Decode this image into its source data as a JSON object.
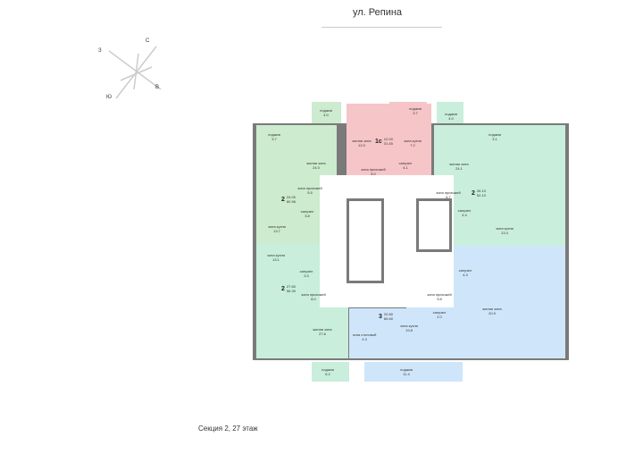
{
  "street": "ул. Репина",
  "caption": "Секция 2, 27 этаж",
  "compass": {
    "n": "С",
    "s": "Ю",
    "e": "В",
    "w": "З"
  },
  "colors": {
    "green": "#cdebcf",
    "pink": "#f6c5c8",
    "teal": "#c9eedc",
    "blue": "#cfe6fa",
    "wall": "#7a7a7a"
  },
  "apartments": [
    {
      "rooms": "2",
      "living": "24.00",
      "total": "60.96",
      "rooms_list": [
        {
          "name": "лоджия",
          "area": "4.0"
        },
        {
          "name": "лоджия",
          "area": "3.7"
        },
        {
          "name": "жилая зона",
          "area": "24.0"
        },
        {
          "name": "зона прихожей",
          "area": "5.5"
        },
        {
          "name": "санузел",
          "area": "3.8"
        },
        {
          "name": "зона кухни",
          "area": "13.7"
        }
      ]
    },
    {
      "rooms": "1с",
      "living": "12.00",
      "total": "31.45",
      "rooms_list": [
        {
          "name": "лоджия",
          "area": "3.7"
        },
        {
          "name": "жилая зона",
          "area": "12.0"
        },
        {
          "name": "зона кухни",
          "area": "7.2"
        },
        {
          "name": "зона прихожей",
          "area": "5.0"
        },
        {
          "name": "санузел",
          "area": "4.1"
        }
      ]
    },
    {
      "rooms": "2",
      "living": "26.10",
      "total": "52.10",
      "rooms_list": [
        {
          "name": "лоджия",
          "area": "4.0"
        },
        {
          "name": "лоджия",
          "area": "3.1"
        },
        {
          "name": "жилая зона",
          "area": "24.1"
        },
        {
          "name": "зона прихожей",
          "area": "6.7"
        },
        {
          "name": "санузел",
          "area": "4.4"
        },
        {
          "name": "зона кухни",
          "area": "13.4"
        }
      ]
    },
    {
      "rooms": "2",
      "living": "27.60",
      "total": "56.30",
      "rooms_list": [
        {
          "name": "зона кухни",
          "area": "13.1"
        },
        {
          "name": "санузел",
          "area": "3.3"
        },
        {
          "name": "зона прихожей",
          "area": "8.0"
        },
        {
          "name": "жилая зона",
          "area": "27.6"
        },
        {
          "name": "лоджия",
          "area": "6.2"
        }
      ]
    },
    {
      "rooms": "3",
      "living": "20.80",
      "total": "65.60",
      "rooms_list": [
        {
          "name": "санузел",
          "area": "4.3"
        },
        {
          "name": "зона прихожей",
          "area": "9.8"
        },
        {
          "name": "санузел",
          "area": "2.0"
        },
        {
          "name": "жилая зона",
          "area": "20.9"
        },
        {
          "name": "зона кухни",
          "area": "19.8"
        },
        {
          "name": "зона столовой",
          "area": "4.3"
        },
        {
          "name": "лоджия",
          "area": "11.4"
        }
      ]
    }
  ]
}
